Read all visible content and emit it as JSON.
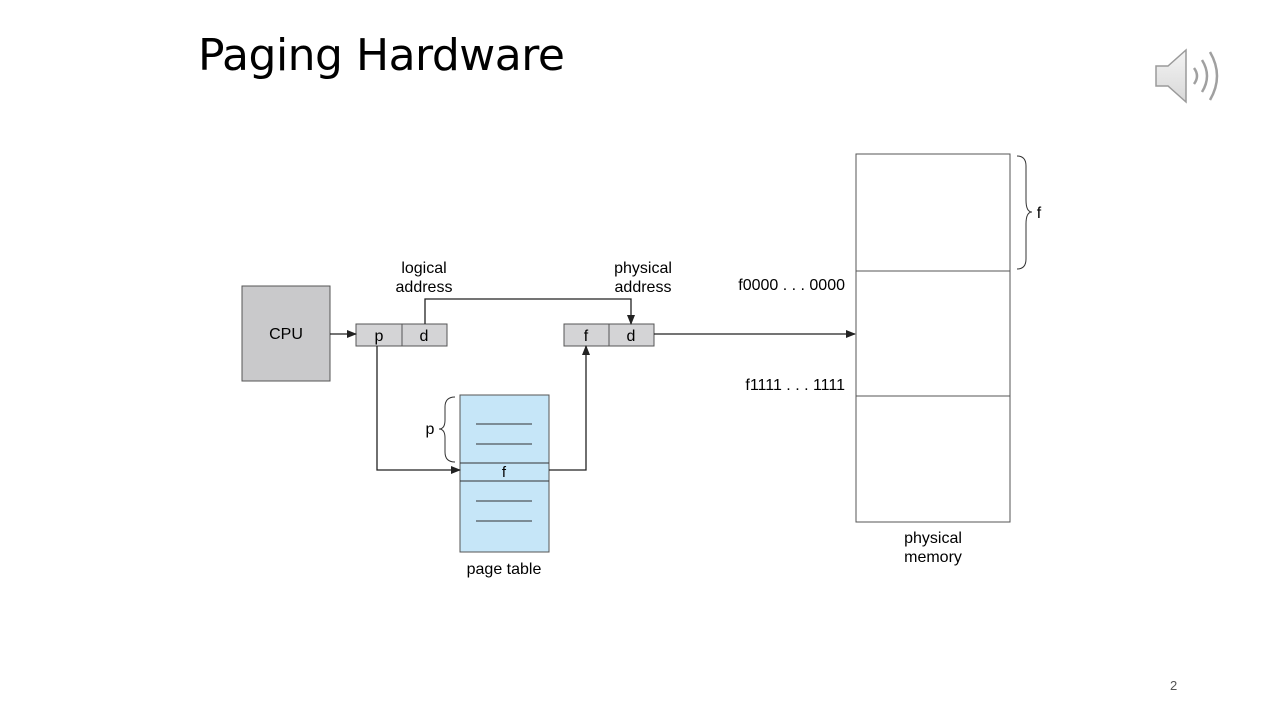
{
  "title": "Paging Hardware",
  "slide_number": "2",
  "colors": {
    "cpu_fill": "#c9c9cb",
    "register_fill": "#d4d4d6",
    "page_table_fill": "#c6e6f8",
    "stroke": "#333333"
  },
  "icons": {
    "audio": "speaker-icon"
  },
  "diagram": {
    "cpu": "CPU",
    "logical_address": {
      "line1": "logical",
      "line2": "address",
      "p": "p",
      "d": "d"
    },
    "physical_address": {
      "line1": "physical",
      "line2": "address",
      "f": "f",
      "d": "d"
    },
    "page_table": {
      "label": "page table",
      "entry": "f",
      "brace_label": "p"
    },
    "physical_memory": {
      "line1": "physical",
      "line2": "memory",
      "frame_brace_label": "f"
    },
    "frame_start": "f0000 . . . 0000",
    "frame_end": "f1111 . . . 1111"
  }
}
